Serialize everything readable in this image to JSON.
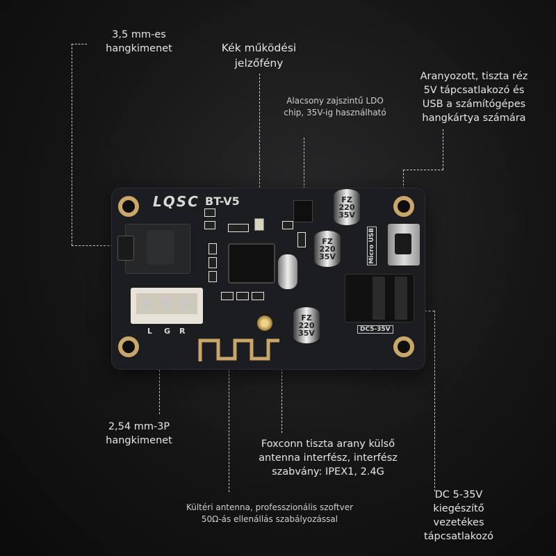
{
  "annotations": {
    "audio_jack": [
      "3,5 mm-es",
      "hangkimenet"
    ],
    "blue_led": [
      "Kék működési",
      "jelzőfény"
    ],
    "ldo_chip": [
      "Alacsony zajszintű LDO",
      "chip, 35V-ig használható"
    ],
    "usb_power": [
      "Aranyozott, tiszta réz",
      "5V tápcsatlakozó és",
      "USB a számítógépes",
      "hangkártya számára"
    ],
    "pin_output": [
      "2,54 mm-3P",
      "hangkimenet"
    ],
    "antenna_interface": [
      "Foxconn tiszta arany külső",
      "antenna interfész, interfész",
      "szabvány: IPEX1, 2.4G"
    ],
    "outdoor_antenna": [
      "Kültéri antenna, professzionális szoftver",
      "50Ω-ás ellenállás szabályozással"
    ],
    "dc_power": [
      "DC 5-35V",
      "kiegészítő",
      "vezetékes",
      "tápcsatlakozó"
    ]
  },
  "board": {
    "brand": "LQSC",
    "model": "BT-V5",
    "cap_label": [
      "FZ",
      "220",
      "35V"
    ],
    "micro_usb_label": [
      "Micro",
      "USB"
    ],
    "dc_label": "DC5-35V",
    "pin_labels": [
      "L",
      "G",
      "R"
    ]
  }
}
